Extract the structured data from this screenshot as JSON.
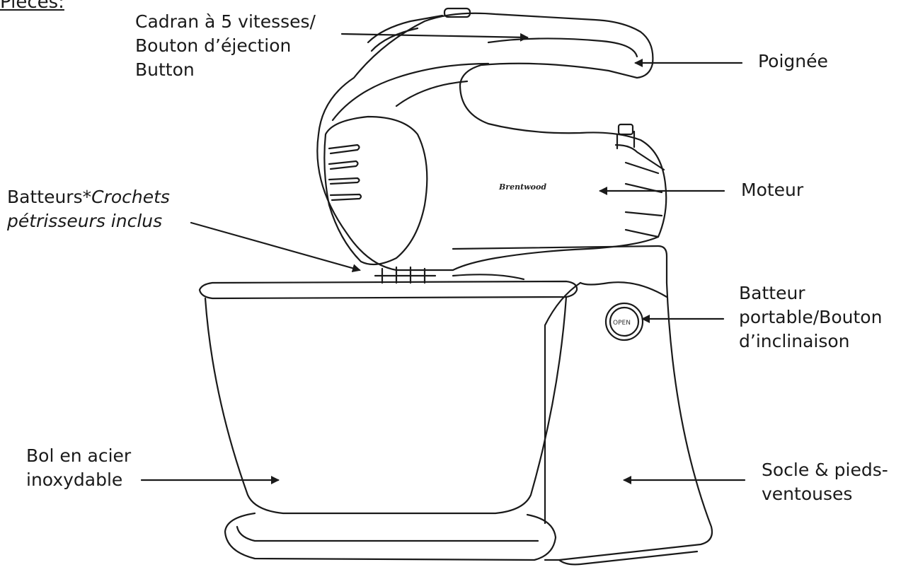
{
  "heading": "Pièces:",
  "labels": {
    "cadran": [
      "Cadran à 5 vitesses/",
      "Bouton d’éjection",
      "Button"
    ],
    "poignee": "Poignée",
    "batteurs": {
      "normal": "Batteurs*",
      "italic_1": "Crochets",
      "italic_2": "pétrisseurs inclus"
    },
    "moteur": "Moteur",
    "tilt": [
      "Batteur",
      "portable/Bouton",
      "d’inclinaison"
    ],
    "bol": [
      "Bol en acier",
      "inoxydable"
    ],
    "socle": [
      "Socle & pieds-",
      "ventouses"
    ]
  },
  "product": {
    "brand": "Brentwood",
    "open_button": "OPEN"
  },
  "colors": {
    "line": "#1a1a1a",
    "background": "#ffffff"
  }
}
